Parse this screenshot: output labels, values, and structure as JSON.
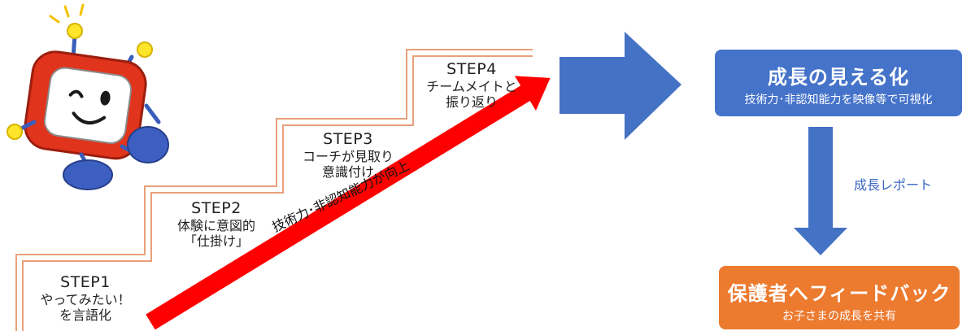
{
  "steps": [
    {
      "title": "STEP1",
      "line1": "やってみたい！",
      "line2": "を言語化"
    },
    {
      "title": "STEP2",
      "line1": "体験に意図的",
      "line2": "「仕掛け」"
    },
    {
      "title": "STEP3",
      "line1": "コーチが見取り",
      "line2": "意識付け"
    },
    {
      "title": "STEP4",
      "line1": "チームメイトと",
      "line2": "振り返り"
    }
  ],
  "arrow_label": "技術力･非認知能力が向上",
  "visualization_box": {
    "title": "成長の見える化",
    "subtitle": "技術力･非認知能力を映像等で可視化"
  },
  "report_label": "成長レポート",
  "feedback_box": {
    "title": "保護者へフィードバック",
    "subtitle": "お子さまの成長を共有"
  },
  "colors": {
    "stair_line": "#e8a07a",
    "red_arrow": "#ff0000",
    "blue_arrow": "#4472c4",
    "blue_box": "#4573c9",
    "orange_box": "#ec7a2f"
  }
}
